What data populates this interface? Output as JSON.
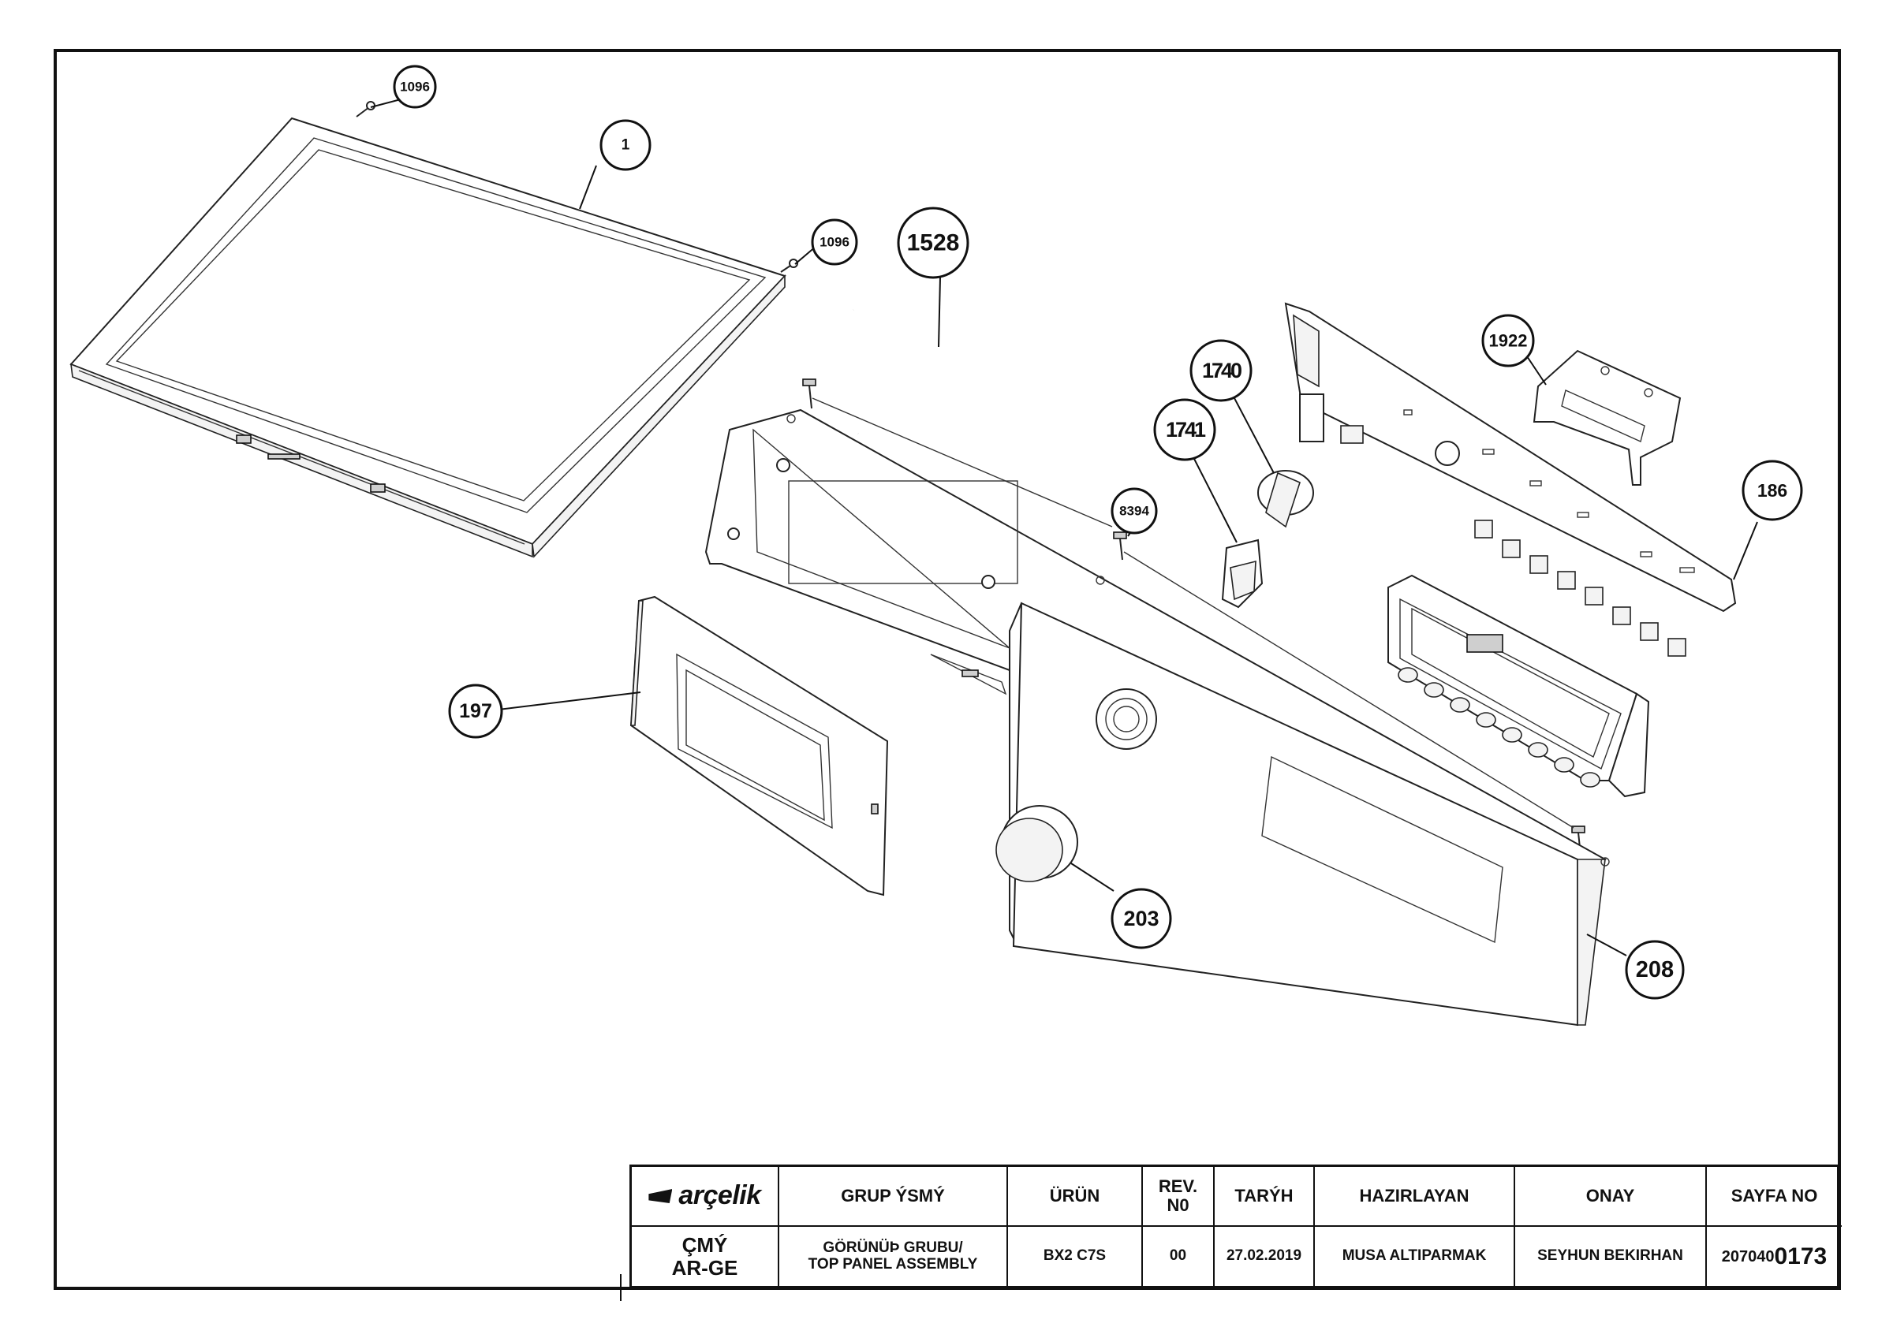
{
  "callouts": {
    "c1096a": "1096",
    "c1": "1",
    "c1096b": "1096",
    "c1528": "1528",
    "c1740": "1740",
    "c1741": "1741",
    "c8394": "8394",
    "c1922": "1922",
    "c186": "186",
    "c197": "197",
    "c203": "203",
    "c208": "208"
  },
  "title_block": {
    "brand": "arçelik",
    "dept_line1": "ÇMÝ",
    "dept_line2": "AR-GE",
    "headers": {
      "group_name": "GRUP ÝSMÝ",
      "product": "ÜRÜN",
      "rev_line1": "REV.",
      "rev_line2": "N0",
      "date": "TARÝH",
      "prepared_by": "HAZIRLAYAN",
      "approval": "ONAY",
      "page_no": "SAYFA NO"
    },
    "values": {
      "group_line1": "GÖRÜNÜÞ GRUBU/",
      "group_line2": "TOP PANEL ASSEMBLY",
      "product": "BX2 C7S",
      "rev": "00",
      "date": "27.02.2019",
      "prepared_by": "MUSA ALTIPARMAK",
      "approval": "SEYHUN BEKIRHAN",
      "page_prefix": "207040",
      "page_suffix": "0173"
    }
  },
  "colors": {
    "line": "#111111",
    "paper": "#ffffff",
    "part_fill": "#f3f3f3"
  }
}
